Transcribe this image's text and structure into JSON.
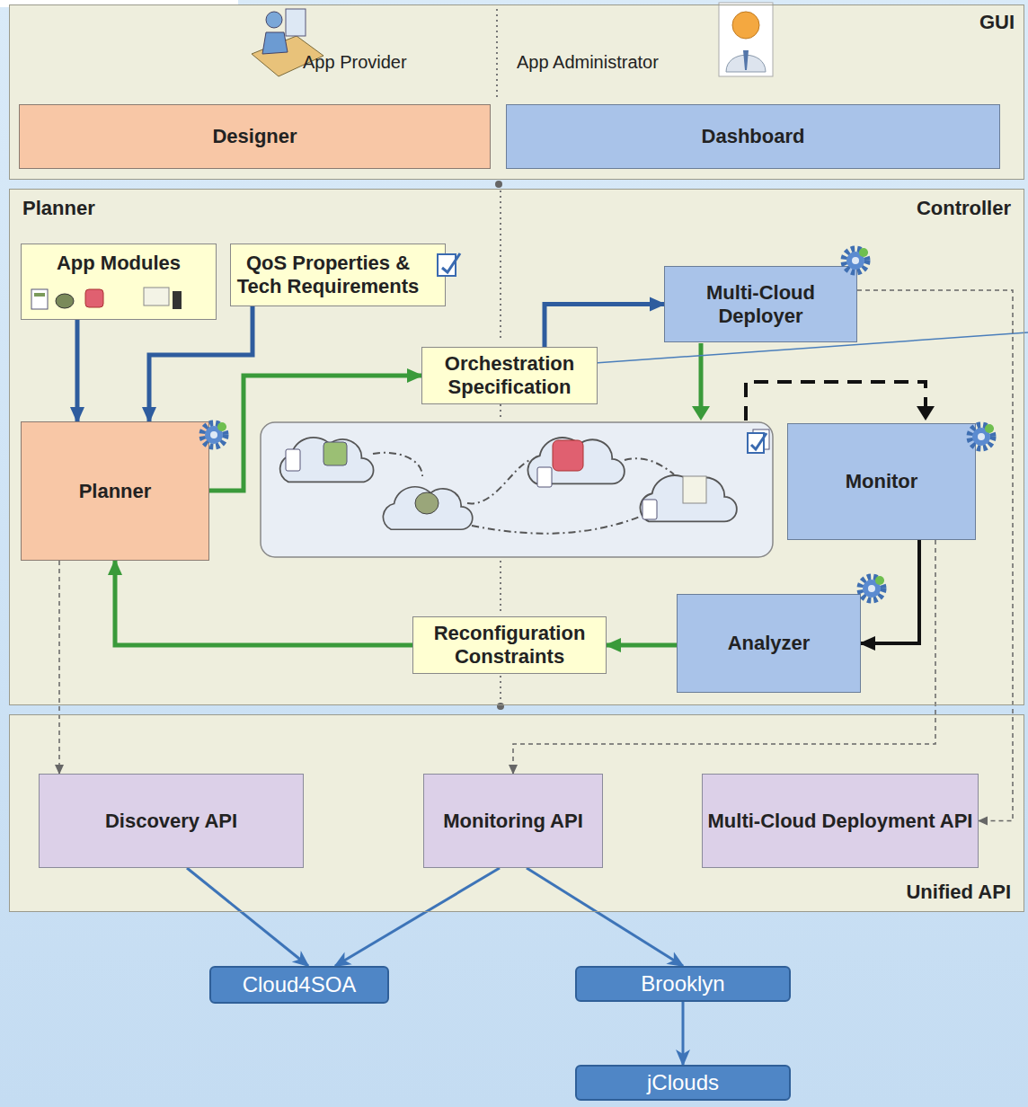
{
  "diagram": {
    "nodes": [
      {
        "text": [
          "GUI"
        ]
      },
      {
        "text": [
          "Designer"
        ],
        "in": 0
      },
      {
        "text": [
          "Dashboard"
        ],
        "in": 0
      },
      {
        "text": [
          "Planner",
          "Controller"
        ]
      },
      {
        "text": [
          "App Modules"
        ],
        "in": 3
      },
      {
        "text": [
          "QoS Properties & Tech Requirements"
        ],
        "in": 3
      },
      {
        "text": [
          "Planner"
        ],
        "in": 3
      },
      {
        "text": [
          "Orchestration Specification"
        ],
        "in": 3
      },
      {
        "text": [
          "Multi-Cloud Deployer"
        ],
        "in": 3
      },
      {
        "text": [
          "Monitor"
        ],
        "in": 3
      },
      {
        "text": [
          "Analyzer"
        ],
        "in": 3
      },
      {
        "text": [
          "Reconfiguration Constraints"
        ],
        "in": 3
      },
      {
        "text": [
          "Unified API"
        ]
      },
      {
        "text": [
          "Discovery API"
        ],
        "in": 12
      },
      {
        "text": [
          "Monitoring API"
        ],
        "in": 12
      },
      {
        "text": [
          "Multi-Cloud Deployment API"
        ],
        "in": 12
      },
      {
        "text": [
          "Cloud4SOA"
        ]
      },
      {
        "text": [
          "Brooklyn"
        ]
      },
      {
        "text": [
          "jClouds"
        ]
      }
    ],
    "edges": [
      {
        "from": 4,
        "to": 6,
        "arrow": "to"
      },
      {
        "from": 5,
        "to": 6,
        "arrow": "to"
      },
      {
        "from": 6,
        "to": 7,
        "arrow": "to"
      },
      {
        "from": 7,
        "to": 8,
        "arrow": "to"
      },
      {
        "from": 9,
        "to": 10,
        "arrow": "to"
      },
      {
        "from": 10,
        "to": 11,
        "arrow": "to"
      },
      {
        "from": 11,
        "to": 6,
        "arrow": "to"
      },
      {
        "from": 6,
        "to": 13,
        "arrow": "to"
      },
      {
        "from": 9,
        "to": 14,
        "arrow": "to"
      },
      {
        "from": 8,
        "to": 15,
        "arrow": "to"
      },
      {
        "from": 13,
        "to": 16,
        "arrow": "to"
      },
      {
        "from": 14,
        "to": 16,
        "arrow": "to"
      },
      {
        "from": 14,
        "to": 17,
        "arrow": "to"
      },
      {
        "from": 17,
        "to": 18,
        "arrow": "to"
      }
    ],
    "labels": [
      "App Provider",
      "App Administrator"
    ]
  }
}
